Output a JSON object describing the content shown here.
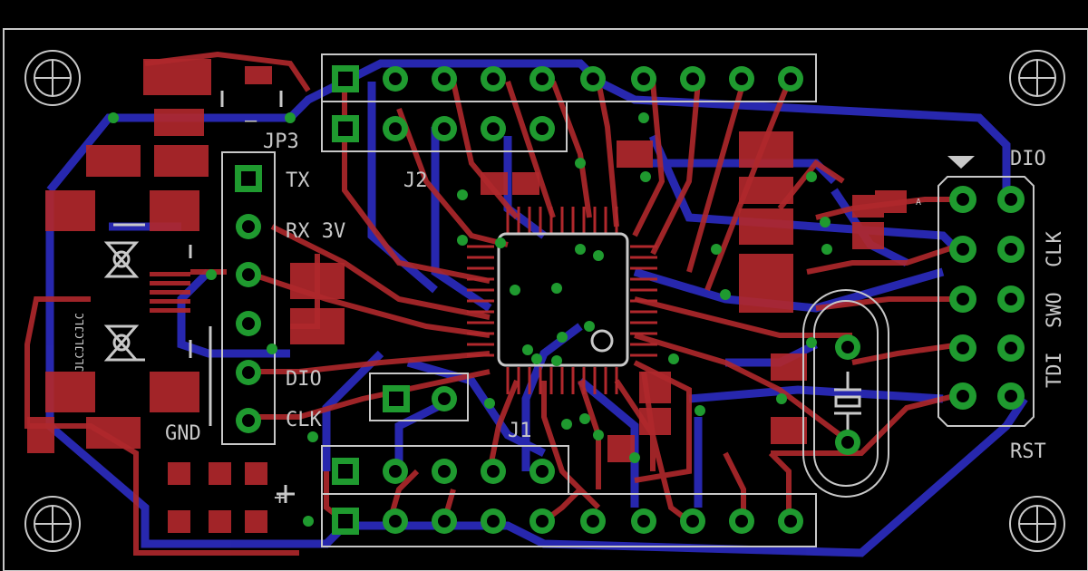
{
  "labels": {
    "jp3": "JP3",
    "j2": "J2",
    "j1": "J1",
    "tx": "TX",
    "rx3v": "RX 3V",
    "dio_left": "DIO",
    "clk_left": "CLK",
    "gnd": "GND",
    "dio_right": "DIO",
    "clk_right": "CLK",
    "swo": "SWO",
    "tdi": "TDI",
    "rst": "RST",
    "plus": "+",
    "jlc": "JLCJLCJLC",
    "minus": "–",
    "cap_small": "A"
  },
  "colors": {
    "background": "#000000",
    "top_copper": "#b0282c",
    "bottom_copper": "#2a2ab8",
    "pad_green": "#1f9a2f",
    "silkscreen": "#c8c8c8"
  }
}
